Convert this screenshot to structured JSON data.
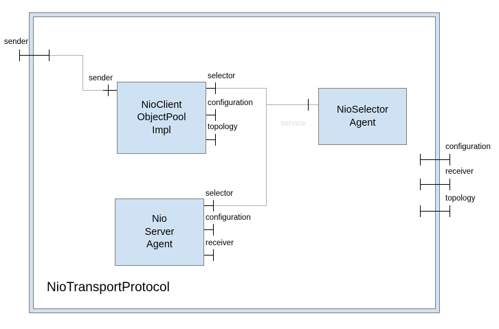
{
  "diagram": {
    "type": "uml-component-diagram",
    "title": "NioTransportProtocol",
    "colors": {
      "component_fill": "#cfe2f3",
      "component_border": "#808080",
      "frame_band": "#cfe2f3",
      "frame_border": "#7d7d7d",
      "connector": "#b0b0b0",
      "port_symbol": "#000000",
      "label_text": "#000000",
      "label_faded": "#dcdcdc",
      "background": "#ffffff"
    }
  },
  "components": {
    "client": {
      "name": "NioClientObjectPoolImpl",
      "line1": "NioClient",
      "line2": "ObjectPool",
      "line3": "Impl"
    },
    "server": {
      "name": "NioServerAgent",
      "line1": "Nio",
      "line2": "Server",
      "line3": "Agent"
    },
    "selector": {
      "name": "NioSelectorAgent",
      "line1": "NioSelector",
      "line2": "Agent"
    }
  },
  "ports": {
    "boundary_left": [
      {
        "label": "sender"
      }
    ],
    "boundary_right": [
      {
        "label": "configuration"
      },
      {
        "label": "receiver"
      },
      {
        "label": "topology"
      }
    ],
    "client_left": [
      {
        "label": "sender"
      }
    ],
    "client_right": [
      {
        "label": "selector"
      },
      {
        "label": "configuration"
      },
      {
        "label": "topology"
      }
    ],
    "server_right": [
      {
        "label": "selector"
      },
      {
        "label": "configuration"
      },
      {
        "label": "receiver"
      }
    ],
    "selector_left": [
      {
        "label": "service",
        "faded": true
      }
    ]
  }
}
